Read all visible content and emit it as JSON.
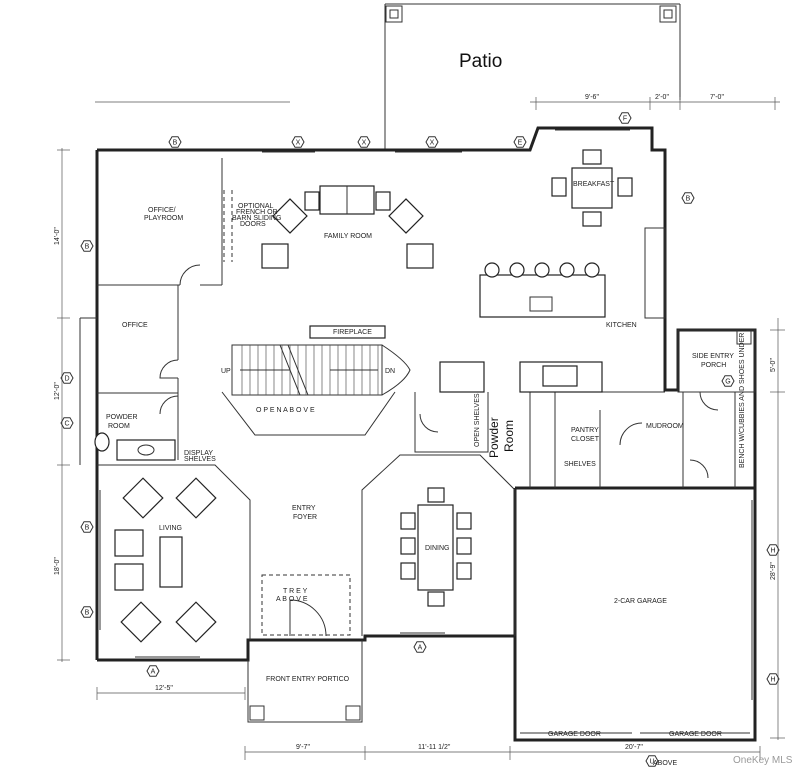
{
  "title": "Patio",
  "rooms": {
    "office_playroom": [
      "OFFICE/",
      "PLAYROOM"
    ],
    "optional_doors": [
      "OPTIONAL",
      "FRENCH OR",
      "BARN SLIDING",
      "DOORS"
    ],
    "family_room": "FAMILY ROOM",
    "breakfast": "BREAKFAST",
    "kitchen": "KITCHEN",
    "office": "OFFICE",
    "fireplace": "FIREPLACE",
    "up": "UP",
    "dn": "DN",
    "open_above": "O P E N   A B O V E",
    "side_entry_porch": [
      "SIDE ENTRY",
      "PORCH"
    ],
    "powder_room_small": [
      "POWDER",
      "ROOM"
    ],
    "display_shelves": [
      "DISPLAY",
      "SHELVES"
    ],
    "open_shelves": "OPEN SHELVES",
    "powder_room_big": [
      "Powder",
      "Room"
    ],
    "pantry_closet": [
      "PANTRY",
      "CLOSET"
    ],
    "shelves": "SHELVES",
    "mudroom": "MUDROOM",
    "bench": "BENCH W/CUBBIES AND SHOES UNDER",
    "living": "LIVING",
    "entry_foyer": [
      "ENTRY",
      "FOYER"
    ],
    "dining": "DINING",
    "garage": "2-CAR GARAGE",
    "trey_above": [
      "T R E Y",
      "A B O V E"
    ],
    "front_entry_portico": "FRONT ENTRY PORTICO",
    "garage_door_1": "GARAGE DOOR",
    "garage_door_2": "GARAGE DOOR",
    "above": "ABOVE"
  },
  "dimensions": {
    "top_1": "9'-6\"",
    "top_2": "2'-0\"",
    "top_3": "7'-0\"",
    "left_1": "14'-0\"",
    "left_2": "12'-0\"",
    "left_3": "18'-0\"",
    "right_1": "5'-0\"",
    "right_2": "28'-9\"",
    "bottom_1": "12'-5\"",
    "bottom_2": "9'-7\"",
    "bottom_3": "11'-11 1/2\"",
    "bottom_4": "20'-7\""
  },
  "section_tags": {
    "top": [
      "B",
      "X",
      "X",
      "X",
      "E",
      "F"
    ],
    "left": [
      "B",
      "D",
      "C",
      "B",
      "B"
    ],
    "right": [
      "B",
      "G",
      "H",
      "H"
    ],
    "bottom": [
      "A",
      "A",
      "U"
    ]
  },
  "watermark": "OneKey MLS"
}
